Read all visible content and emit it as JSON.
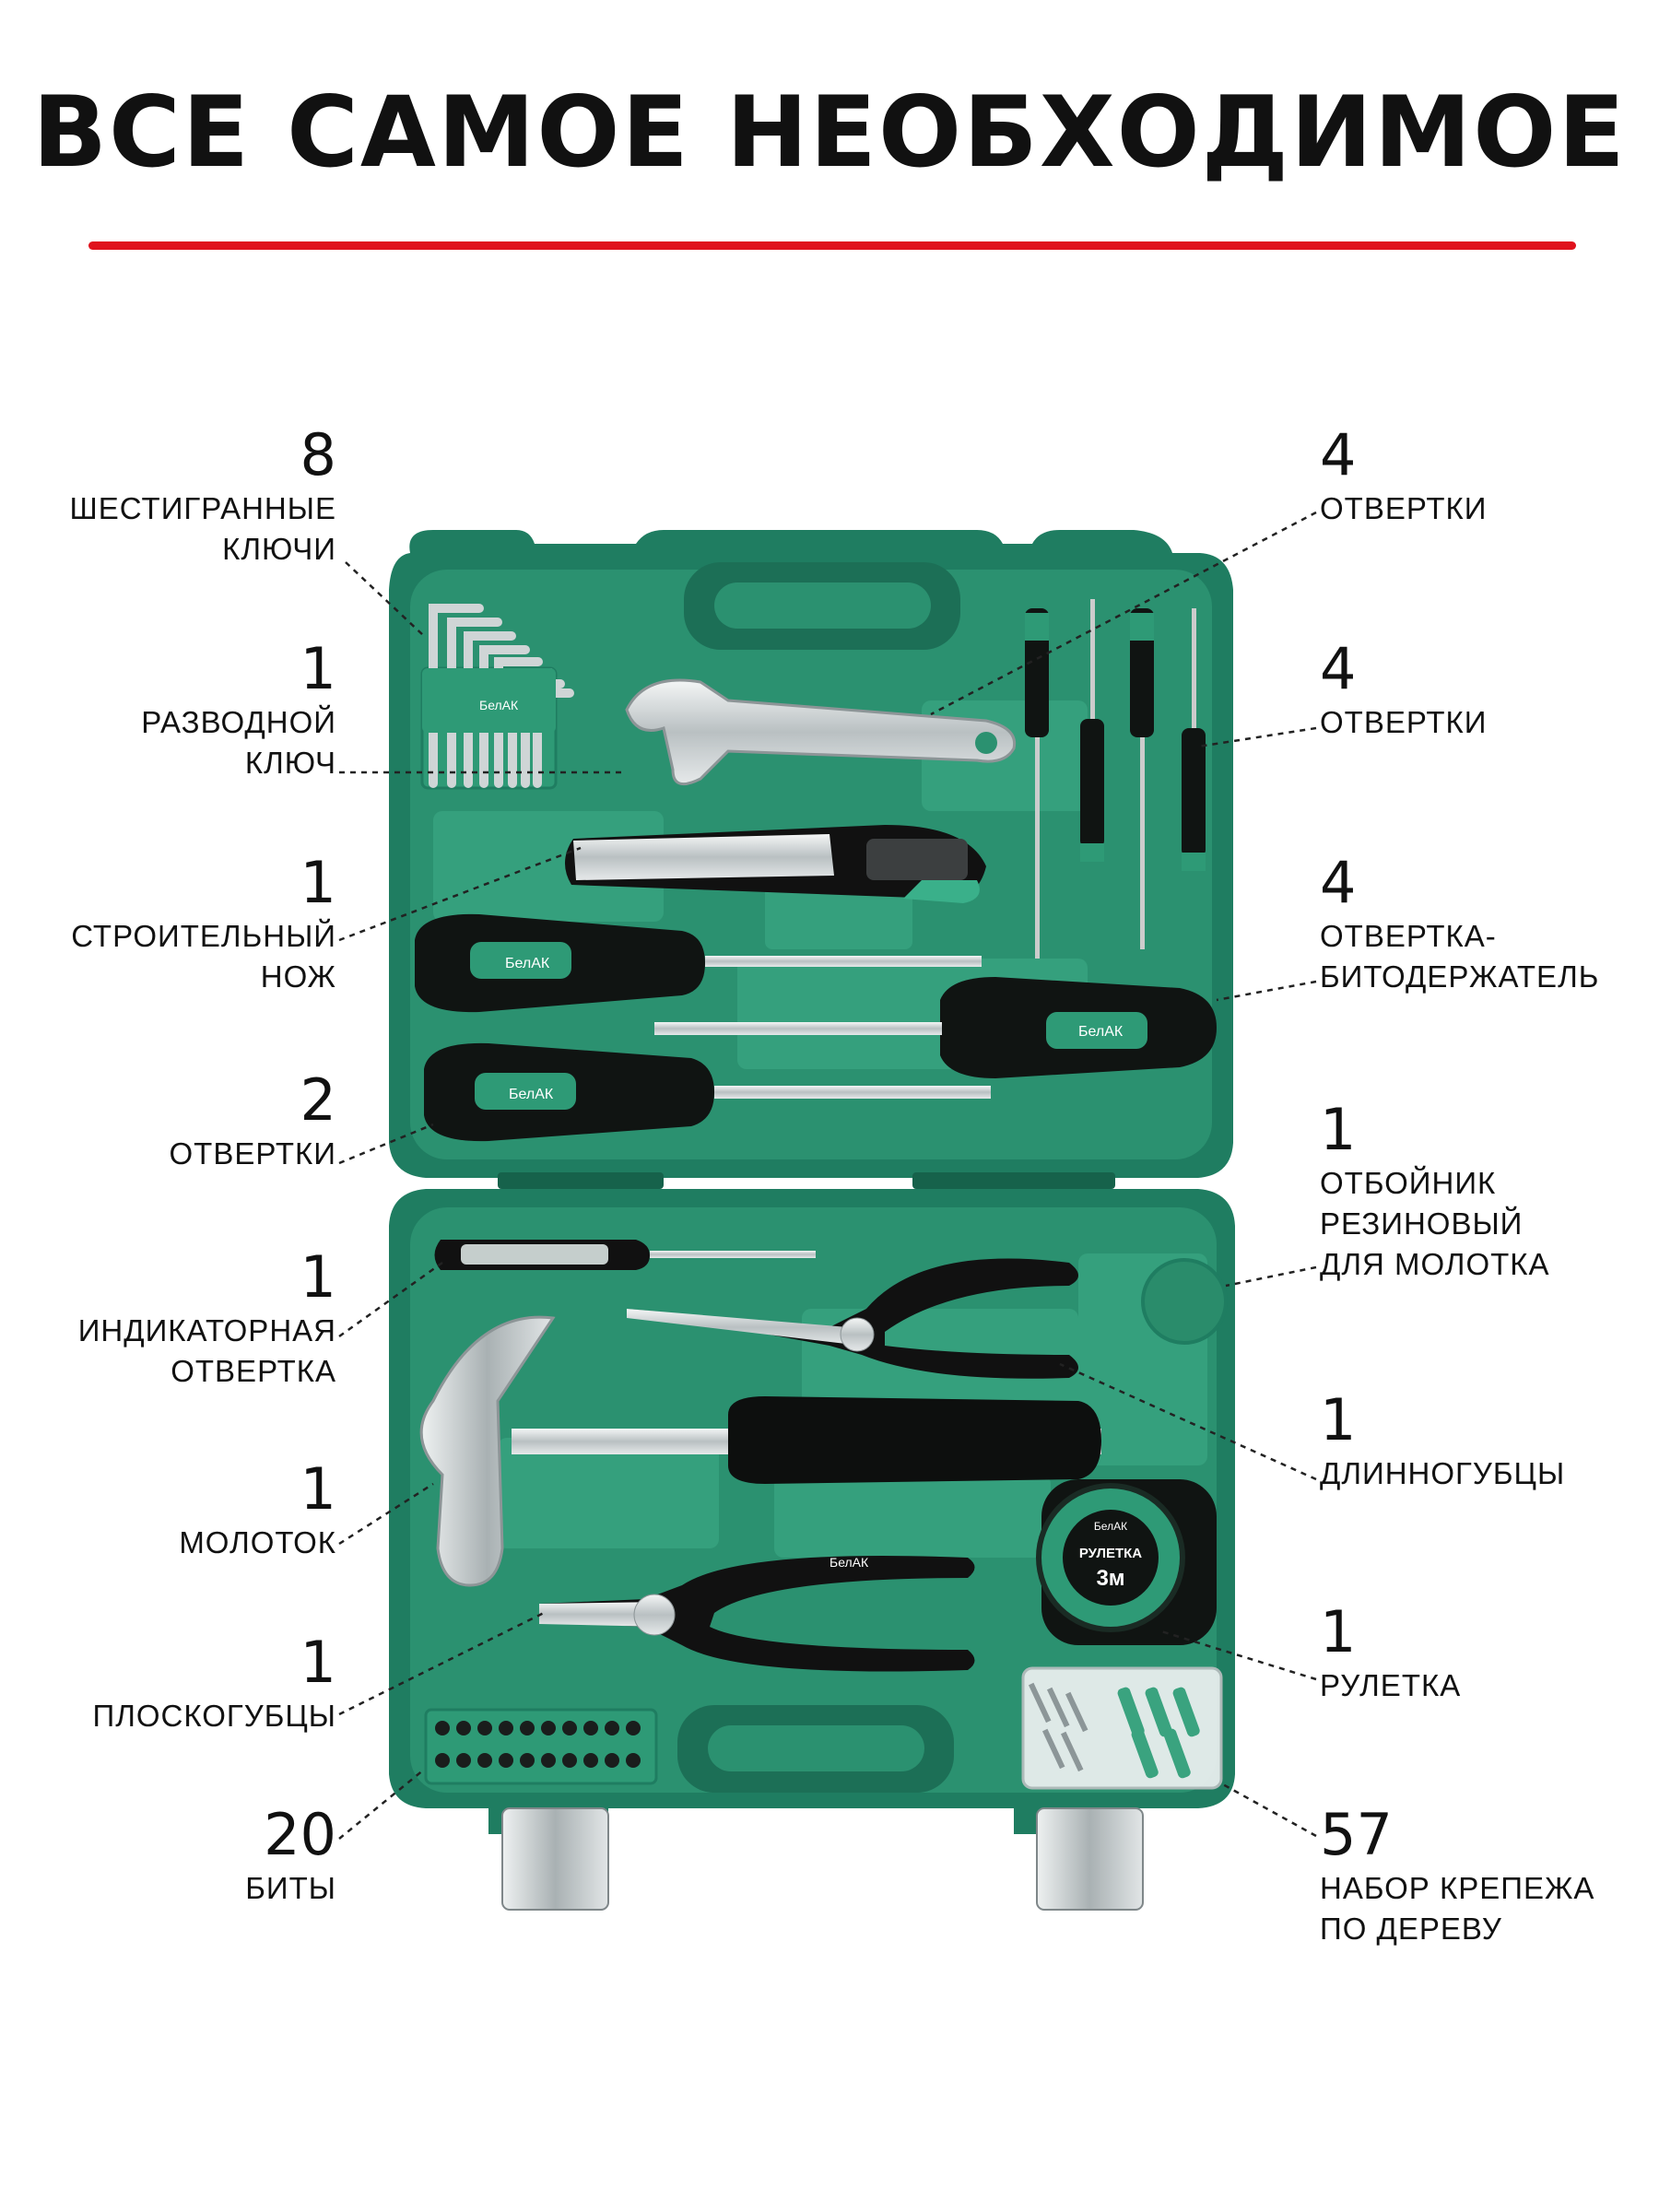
{
  "page": {
    "title": "ВСЕ САМОЕ НЕОБХОДИМОЕ",
    "accent_color": "#e0121d",
    "case_color": "#23876a"
  },
  "brand": {
    "logo_text": "БелАК",
    "tape_label": "РУЛЕТКА",
    "tape_length": "3м"
  },
  "callouts_left": [
    {
      "count": "8",
      "text": "ШЕСТИГРАННЫЕ\nКЛЮЧИ"
    },
    {
      "count": "1",
      "text": "РАЗВОДНОЙ\nКЛЮЧ"
    },
    {
      "count": "1",
      "text": "СТРОИТЕЛЬНЫЙ\nНОЖ"
    },
    {
      "count": "2",
      "text": "ОТВЕРТКИ"
    },
    {
      "count": "1",
      "text": "ИНДИКАТОРНАЯ\nОТВЕРТКА"
    },
    {
      "count": "1",
      "text": "МОЛОТОК"
    },
    {
      "count": "1",
      "text": "ПЛОСКОГУБЦЫ"
    },
    {
      "count": "20",
      "text": "БИТЫ"
    }
  ],
  "callouts_right": [
    {
      "count": "4",
      "text": "ОТВЕРТКИ"
    },
    {
      "count": "4",
      "text": "ОТВЕРТКИ"
    },
    {
      "count": "4",
      "text": "ОТВЕРТКА-\nБИТОДЕРЖАТЕЛЬ"
    },
    {
      "count": "1",
      "text": "ОТБОЙНИК\nРЕЗИНОВЫЙ\nДЛЯ МОЛОТКА"
    },
    {
      "count": "1",
      "text": "ДЛИННОГУБЦЫ"
    },
    {
      "count": "1",
      "text": "РУЛЕТКА"
    },
    {
      "count": "57",
      "text": "НАБОР КРЕПЕЖА\nПО ДЕРЕВУ"
    }
  ]
}
